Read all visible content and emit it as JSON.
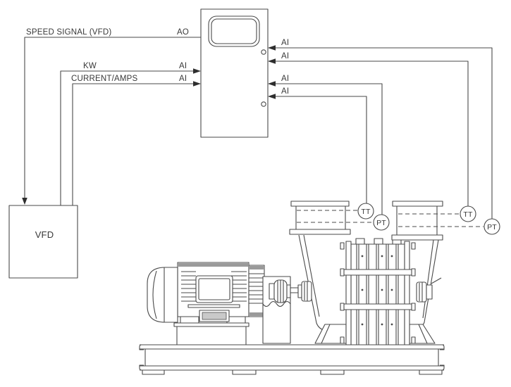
{
  "colors": {
    "line": "#4a4a4a",
    "text": "#383838",
    "background": "#ffffff",
    "shading": "#9a9a9a"
  },
  "control_panel": {
    "signals_left": [
      {
        "label": "SPEED SIGNAL (VFD)",
        "io": "AO"
      },
      {
        "label": "KW",
        "io": "AI"
      },
      {
        "label": "CURRENT/AMPS",
        "io": "AI"
      }
    ],
    "signals_right": [
      {
        "io": "AI"
      },
      {
        "io": "AI"
      },
      {
        "io": "AI"
      },
      {
        "io": "AI"
      }
    ]
  },
  "vfd": {
    "label": "VFD"
  },
  "instruments": {
    "left_duct": [
      {
        "tag": "TT"
      },
      {
        "tag": "PT"
      }
    ],
    "right_duct": [
      {
        "tag": "TT"
      },
      {
        "tag": "PT"
      }
    ]
  }
}
